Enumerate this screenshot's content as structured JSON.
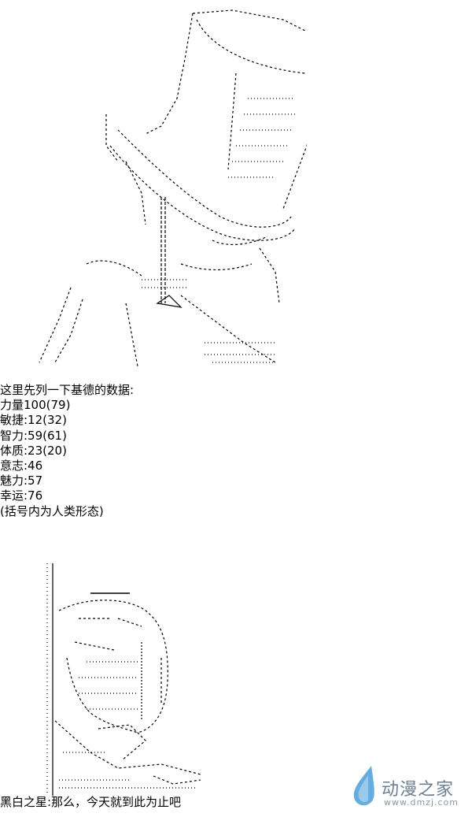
{
  "stats": {
    "intro": "这里先列一下基德的数据:",
    "lines": [
      "力量100(79)",
      "敏捷:12(32)",
      "智力:59(61)",
      "体质:23(20)",
      "意志:46",
      "魅力:57",
      "幸运:76",
      "(括号内为人类形态)"
    ]
  },
  "footer": {
    "text": "黑白之星:那么，今天就到此为止吧"
  },
  "logo": {
    "name": "动漫之家",
    "url": "www.dmzj.com",
    "color": "#6f7f93",
    "accent": "#4a9fd8"
  }
}
